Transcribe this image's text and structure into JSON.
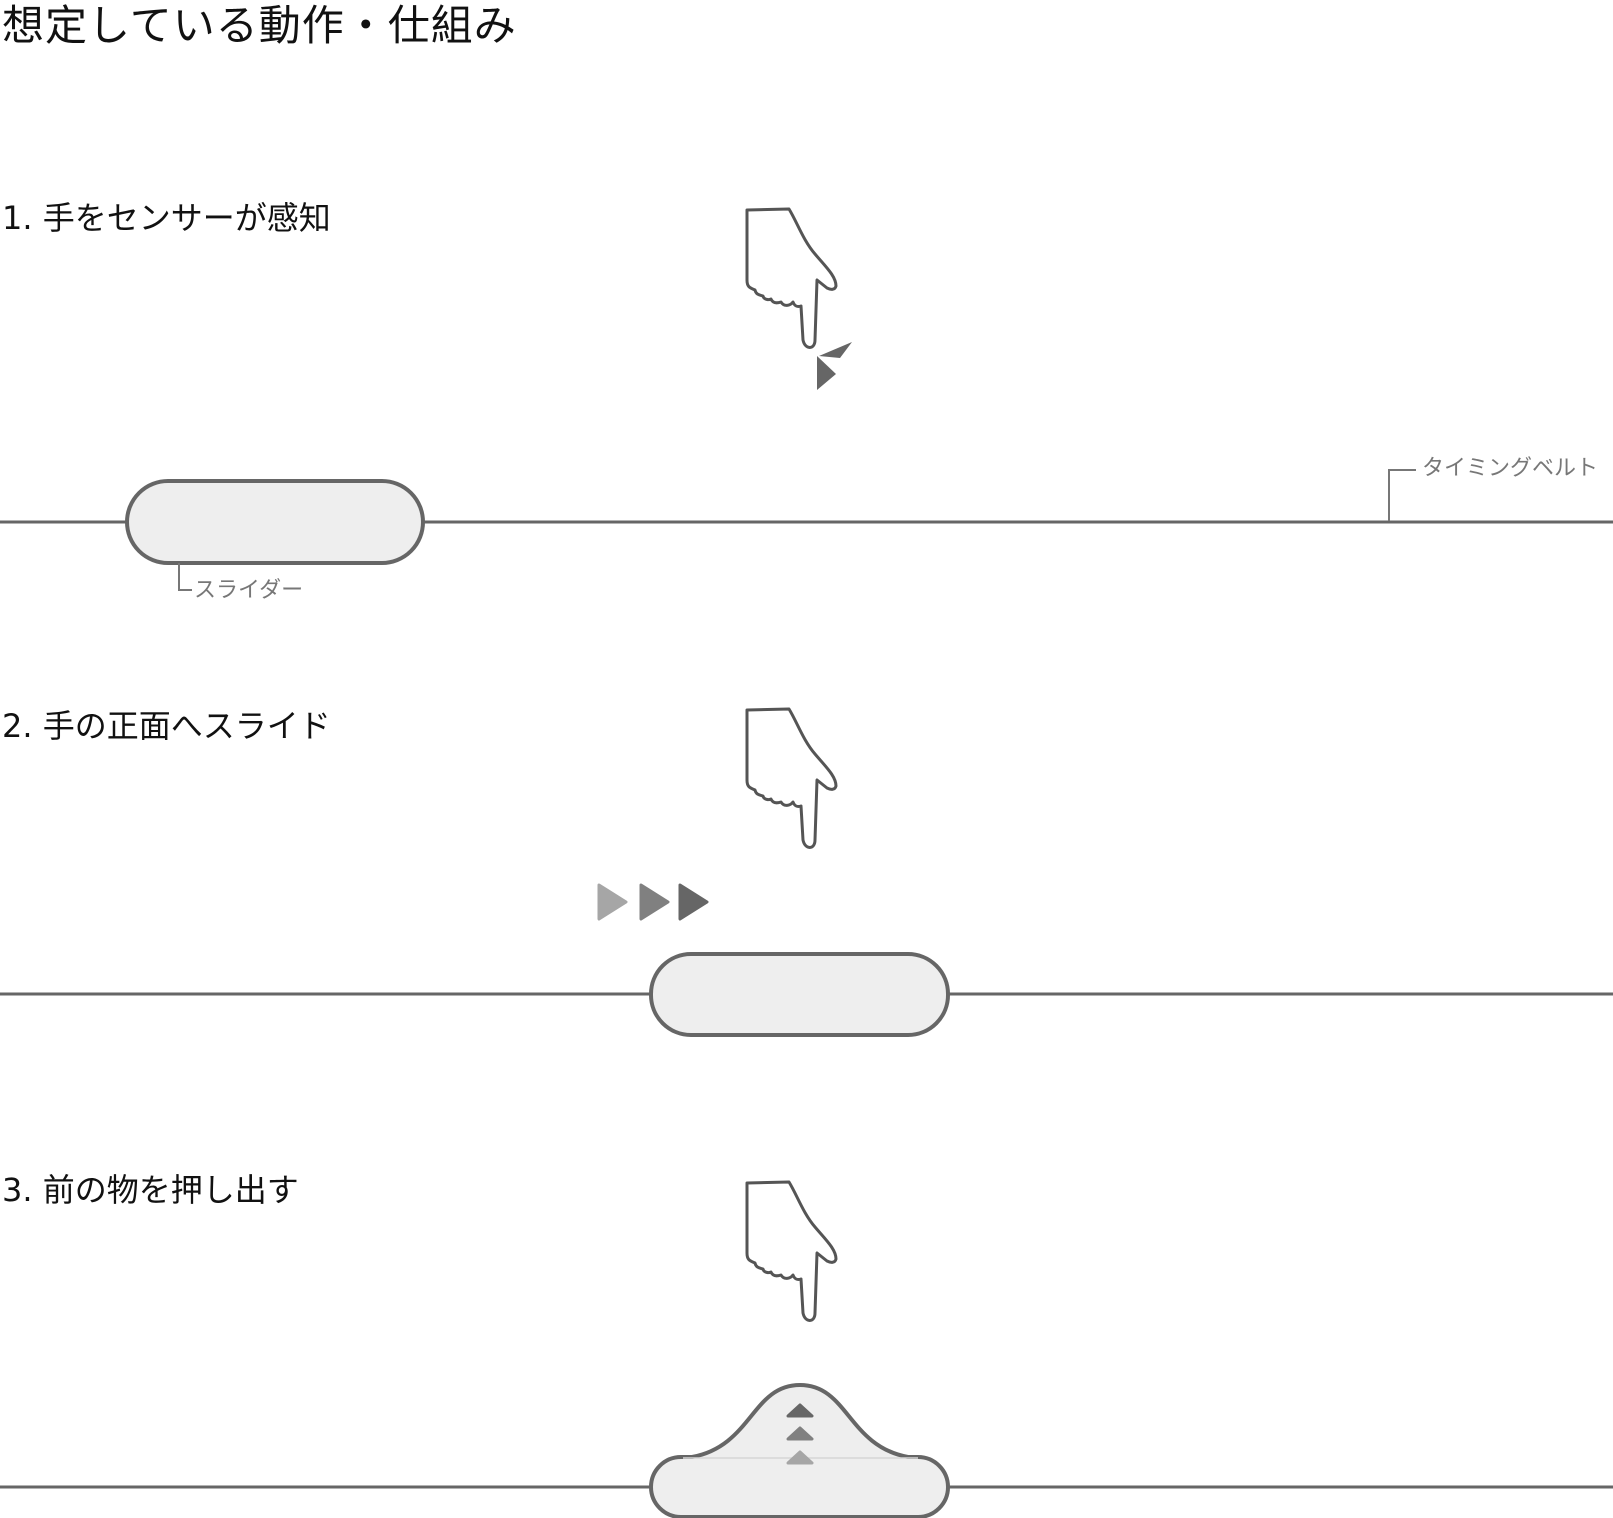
{
  "title": "想定している動作・仕組み",
  "steps": [
    {
      "label": "1. 手をセンサーが感知"
    },
    {
      "label": "2. 手の正面へスライド"
    },
    {
      "label": "3. 前の物を押し出す"
    }
  ],
  "callouts": {
    "belt": "タイミングベルト",
    "slider": "スライダー"
  },
  "colors": {
    "line": "#666666",
    "slider_fill": "#eeeeee",
    "arrow_dark": "#666666",
    "arrow_mid": "#808080",
    "arrow_light": "#a6a6a6"
  },
  "icons": [
    "pointing-hand-icon",
    "sensor-signal-icon",
    "right-arrow-icon",
    "up-arrow-icon"
  ]
}
